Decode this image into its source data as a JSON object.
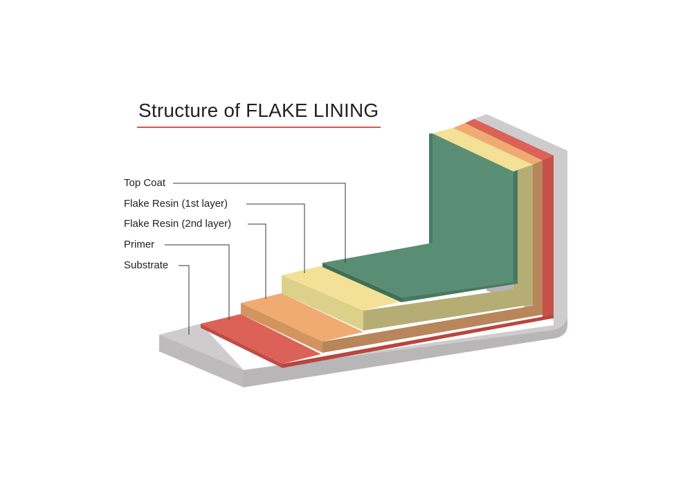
{
  "title": "Structure of FLAKE LINING",
  "layers": [
    {
      "name": "Top Coat",
      "color": "#5a8e74"
    },
    {
      "name": "Flake Resin (1st layer)",
      "color": "#f2e196"
    },
    {
      "name": "Flake Resin (2nd layer)",
      "color": "#f0ab72"
    },
    {
      "name": "Primer",
      "color": "#dc6257"
    },
    {
      "name": "Substrate",
      "color": "#cdcbcc"
    }
  ],
  "colors": {
    "accent": "#d9534f",
    "leader": "#333333"
  }
}
